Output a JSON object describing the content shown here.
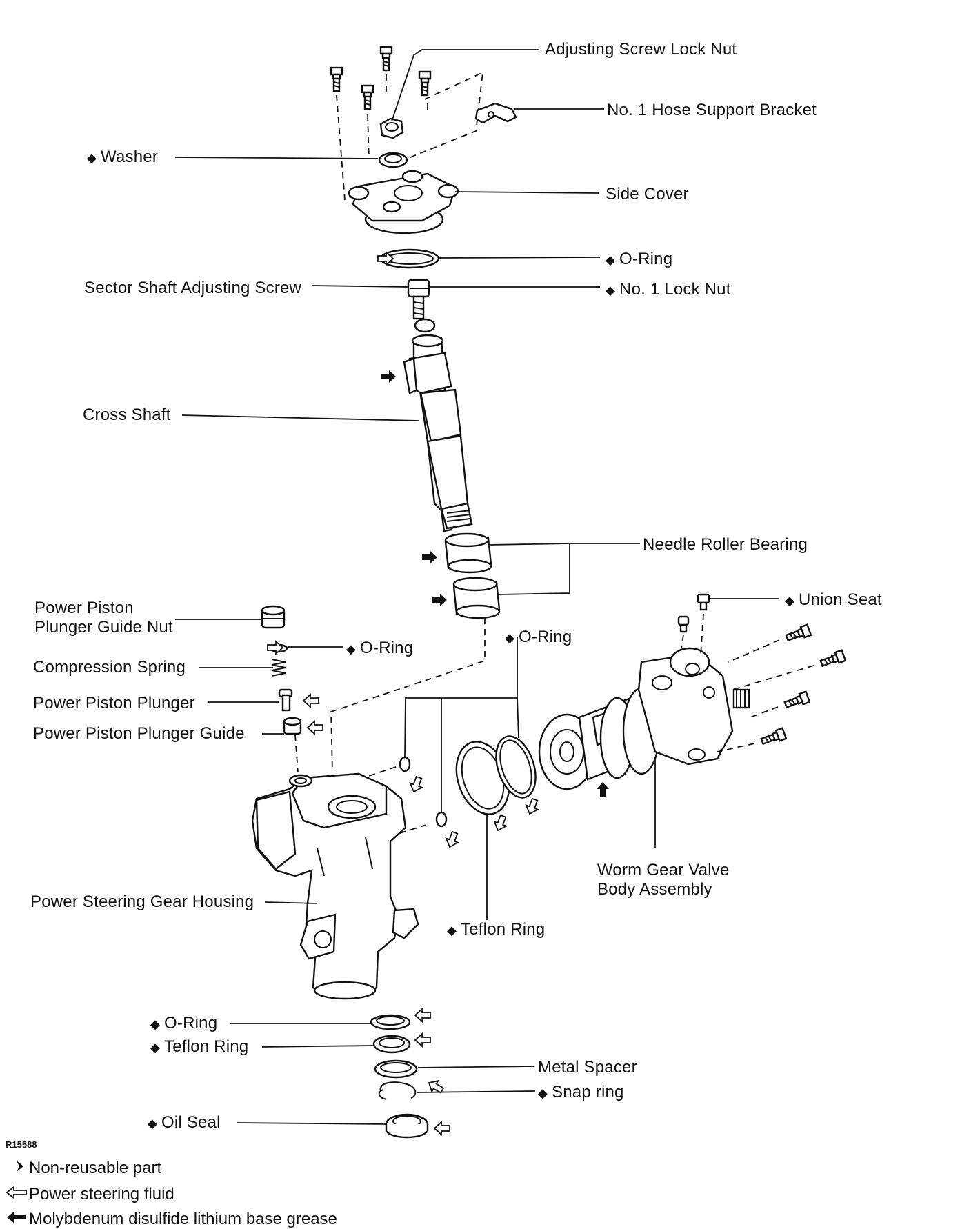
{
  "labels": {
    "adjusting_screw_lock_nut": "Adjusting Screw Lock Nut",
    "hose_support_bracket": "No. 1 Hose Support Bracket",
    "washer": "Washer",
    "side_cover": "Side Cover",
    "o_ring_top": "O-Ring",
    "sector_shaft_adjusting_screw": "Sector Shaft Adjusting Screw",
    "lock_nut": "No. 1 Lock Nut",
    "cross_shaft": "Cross Shaft",
    "needle_roller_bearing": "Needle Roller Bearing",
    "union_seat": "Union Seat",
    "plunger_guide_nut_1": "Power Piston",
    "plunger_guide_nut_2": "Plunger Guide Nut",
    "o_ring_guide": "O-Ring",
    "o_ring_valve": "O-Ring",
    "compression_spring": "Compression Spring",
    "power_piston_plunger": "Power Piston Plunger",
    "power_piston_plunger_guide": "Power Piston Plunger Guide",
    "worm_gear_valve_1": "Worm Gear Valve",
    "worm_gear_valve_2": "Body Assembly",
    "gear_housing": "Power Steering Gear Housing",
    "teflon_ring_mid": "Teflon Ring",
    "o_ring_bottom": "O-Ring",
    "teflon_ring_bottom": "Teflon Ring",
    "metal_spacer": "Metal Spacer",
    "snap_ring": "Snap ring",
    "oil_seal": "Oil Seal"
  },
  "figure_code": "R15588",
  "legend": {
    "non_reusable": "Non-reusable part",
    "fluid": "Power steering fluid",
    "grease": "Molybdenum disulfide lithium base grease"
  },
  "icons": {
    "non_reusable": "diamond-icon",
    "fluid": "hollow-arrow-icon",
    "grease": "solid-arrow-icon"
  }
}
